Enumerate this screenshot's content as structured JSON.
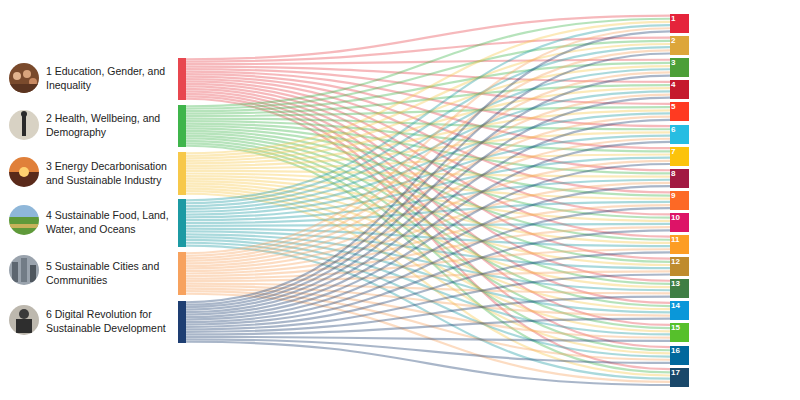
{
  "diagram": {
    "nodes": [
      {
        "text": [
          "1 Education, Gender, and Inequality"
        ]
      },
      {
        "text": [
          "2 Health, Wellbeing, and Demography"
        ]
      },
      {
        "text": [
          "3 Energy Decarbonisation and Sustainable Industry"
        ]
      },
      {
        "text": [
          "4 Sustainable Food, Land, Water, and Oceans"
        ]
      },
      {
        "text": [
          "5 Sustainable Cities and Communities"
        ]
      },
      {
        "text": [
          "6 Digital Revolution for Sustainable Development"
        ]
      },
      {
        "text": [
          "1"
        ]
      },
      {
        "text": [
          "2"
        ]
      },
      {
        "text": [
          "3"
        ]
      },
      {
        "text": [
          "4"
        ]
      },
      {
        "text": [
          "5"
        ]
      },
      {
        "text": [
          "6"
        ]
      },
      {
        "text": [
          "7"
        ]
      },
      {
        "text": [
          "8"
        ]
      },
      {
        "text": [
          "9"
        ]
      },
      {
        "text": [
          "10"
        ]
      },
      {
        "text": [
          "11"
        ]
      },
      {
        "text": [
          "12"
        ]
      },
      {
        "text": [
          "13"
        ]
      },
      {
        "text": [
          "14"
        ]
      },
      {
        "text": [
          "15"
        ]
      },
      {
        "text": [
          "16"
        ]
      },
      {
        "text": [
          "17"
        ]
      }
    ],
    "edges": [
      {
        "from": 0,
        "to": 6,
        "arrow": "none"
      },
      {
        "from": 0,
        "to": 7,
        "arrow": "none"
      },
      {
        "from": 0,
        "to": 8,
        "arrow": "none"
      },
      {
        "from": 0,
        "to": 9,
        "arrow": "none"
      },
      {
        "from": 0,
        "to": 10,
        "arrow": "none"
      },
      {
        "from": 0,
        "to": 11,
        "arrow": "none"
      },
      {
        "from": 0,
        "to": 12,
        "arrow": "none"
      },
      {
        "from": 0,
        "to": 13,
        "arrow": "none"
      },
      {
        "from": 0,
        "to": 14,
        "arrow": "none"
      },
      {
        "from": 0,
        "to": 15,
        "arrow": "none"
      },
      {
        "from": 0,
        "to": 16,
        "arrow": "none"
      },
      {
        "from": 0,
        "to": 17,
        "arrow": "none"
      },
      {
        "from": 0,
        "to": 18,
        "arrow": "none"
      },
      {
        "from": 0,
        "to": 19,
        "arrow": "none"
      },
      {
        "from": 0,
        "to": 20,
        "arrow": "none"
      },
      {
        "from": 0,
        "to": 21,
        "arrow": "none"
      },
      {
        "from": 0,
        "to": 22,
        "arrow": "none"
      },
      {
        "from": 1,
        "to": 6,
        "arrow": "none"
      },
      {
        "from": 1,
        "to": 7,
        "arrow": "none"
      },
      {
        "from": 1,
        "to": 8,
        "arrow": "none"
      },
      {
        "from": 1,
        "to": 9,
        "arrow": "none"
      },
      {
        "from": 1,
        "to": 10,
        "arrow": "none"
      },
      {
        "from": 1,
        "to": 11,
        "arrow": "none"
      },
      {
        "from": 1,
        "to": 12,
        "arrow": "none"
      },
      {
        "from": 1,
        "to": 13,
        "arrow": "none"
      },
      {
        "from": 1,
        "to": 14,
        "arrow": "none"
      },
      {
        "from": 1,
        "to": 15,
        "arrow": "none"
      },
      {
        "from": 1,
        "to": 16,
        "arrow": "none"
      },
      {
        "from": 1,
        "to": 17,
        "arrow": "none"
      },
      {
        "from": 1,
        "to": 18,
        "arrow": "none"
      },
      {
        "from": 1,
        "to": 19,
        "arrow": "none"
      },
      {
        "from": 1,
        "to": 20,
        "arrow": "none"
      },
      {
        "from": 1,
        "to": 21,
        "arrow": "none"
      },
      {
        "from": 1,
        "to": 22,
        "arrow": "none"
      },
      {
        "from": 2,
        "to": 6,
        "arrow": "none"
      },
      {
        "from": 2,
        "to": 7,
        "arrow": "none"
      },
      {
        "from": 2,
        "to": 8,
        "arrow": "none"
      },
      {
        "from": 2,
        "to": 9,
        "arrow": "none"
      },
      {
        "from": 2,
        "to": 10,
        "arrow": "none"
      },
      {
        "from": 2,
        "to": 11,
        "arrow": "none"
      },
      {
        "from": 2,
        "to": 12,
        "arrow": "none"
      },
      {
        "from": 2,
        "to": 13,
        "arrow": "none"
      },
      {
        "from": 2,
        "to": 14,
        "arrow": "none"
      },
      {
        "from": 2,
        "to": 15,
        "arrow": "none"
      },
      {
        "from": 2,
        "to": 16,
        "arrow": "none"
      },
      {
        "from": 2,
        "to": 17,
        "arrow": "none"
      },
      {
        "from": 2,
        "to": 18,
        "arrow": "none"
      },
      {
        "from": 2,
        "to": 19,
        "arrow": "none"
      },
      {
        "from": 2,
        "to": 20,
        "arrow": "none"
      },
      {
        "from": 2,
        "to": 21,
        "arrow": "none"
      },
      {
        "from": 2,
        "to": 22,
        "arrow": "none"
      },
      {
        "from": 3,
        "to": 6,
        "arrow": "none"
      },
      {
        "from": 3,
        "to": 7,
        "arrow": "none"
      },
      {
        "from": 3,
        "to": 8,
        "arrow": "none"
      },
      {
        "from": 3,
        "to": 9,
        "arrow": "none"
      },
      {
        "from": 3,
        "to": 10,
        "arrow": "none"
      },
      {
        "from": 3,
        "to": 11,
        "arrow": "none"
      },
      {
        "from": 3,
        "to": 12,
        "arrow": "none"
      },
      {
        "from": 3,
        "to": 13,
        "arrow": "none"
      },
      {
        "from": 3,
        "to": 14,
        "arrow": "none"
      },
      {
        "from": 3,
        "to": 15,
        "arrow": "none"
      },
      {
        "from": 3,
        "to": 16,
        "arrow": "none"
      },
      {
        "from": 3,
        "to": 17,
        "arrow": "none"
      },
      {
        "from": 3,
        "to": 18,
        "arrow": "none"
      },
      {
        "from": 3,
        "to": 19,
        "arrow": "none"
      },
      {
        "from": 3,
        "to": 20,
        "arrow": "none"
      },
      {
        "from": 3,
        "to": 21,
        "arrow": "none"
      },
      {
        "from": 3,
        "to": 22,
        "arrow": "none"
      },
      {
        "from": 4,
        "to": 6,
        "arrow": "none"
      },
      {
        "from": 4,
        "to": 7,
        "arrow": "none"
      },
      {
        "from": 4,
        "to": 8,
        "arrow": "none"
      },
      {
        "from": 4,
        "to": 9,
        "arrow": "none"
      },
      {
        "from": 4,
        "to": 10,
        "arrow": "none"
      },
      {
        "from": 4,
        "to": 11,
        "arrow": "none"
      },
      {
        "from": 4,
        "to": 12,
        "arrow": "none"
      },
      {
        "from": 4,
        "to": 13,
        "arrow": "none"
      },
      {
        "from": 4,
        "to": 14,
        "arrow": "none"
      },
      {
        "from": 4,
        "to": 15,
        "arrow": "none"
      },
      {
        "from": 4,
        "to": 16,
        "arrow": "none"
      },
      {
        "from": 4,
        "to": 17,
        "arrow": "none"
      },
      {
        "from": 4,
        "to": 18,
        "arrow": "none"
      },
      {
        "from": 4,
        "to": 19,
        "arrow": "none"
      },
      {
        "from": 4,
        "to": 20,
        "arrow": "none"
      },
      {
        "from": 4,
        "to": 21,
        "arrow": "none"
      },
      {
        "from": 4,
        "to": 22,
        "arrow": "none"
      },
      {
        "from": 5,
        "to": 6,
        "arrow": "none"
      },
      {
        "from": 5,
        "to": 7,
        "arrow": "none"
      },
      {
        "from": 5,
        "to": 8,
        "arrow": "none"
      },
      {
        "from": 5,
        "to": 9,
        "arrow": "none"
      },
      {
        "from": 5,
        "to": 10,
        "arrow": "none"
      },
      {
        "from": 5,
        "to": 11,
        "arrow": "none"
      },
      {
        "from": 5,
        "to": 12,
        "arrow": "none"
      },
      {
        "from": 5,
        "to": 13,
        "arrow": "none"
      },
      {
        "from": 5,
        "to": 14,
        "arrow": "none"
      },
      {
        "from": 5,
        "to": 15,
        "arrow": "none"
      },
      {
        "from": 5,
        "to": 16,
        "arrow": "none"
      },
      {
        "from": 5,
        "to": 17,
        "arrow": "none"
      },
      {
        "from": 5,
        "to": 18,
        "arrow": "none"
      },
      {
        "from": 5,
        "to": 19,
        "arrow": "none"
      },
      {
        "from": 5,
        "to": 20,
        "arrow": "none"
      },
      {
        "from": 5,
        "to": 21,
        "arrow": "none"
      },
      {
        "from": 5,
        "to": 22,
        "arrow": "none"
      }
    ]
  }
}
